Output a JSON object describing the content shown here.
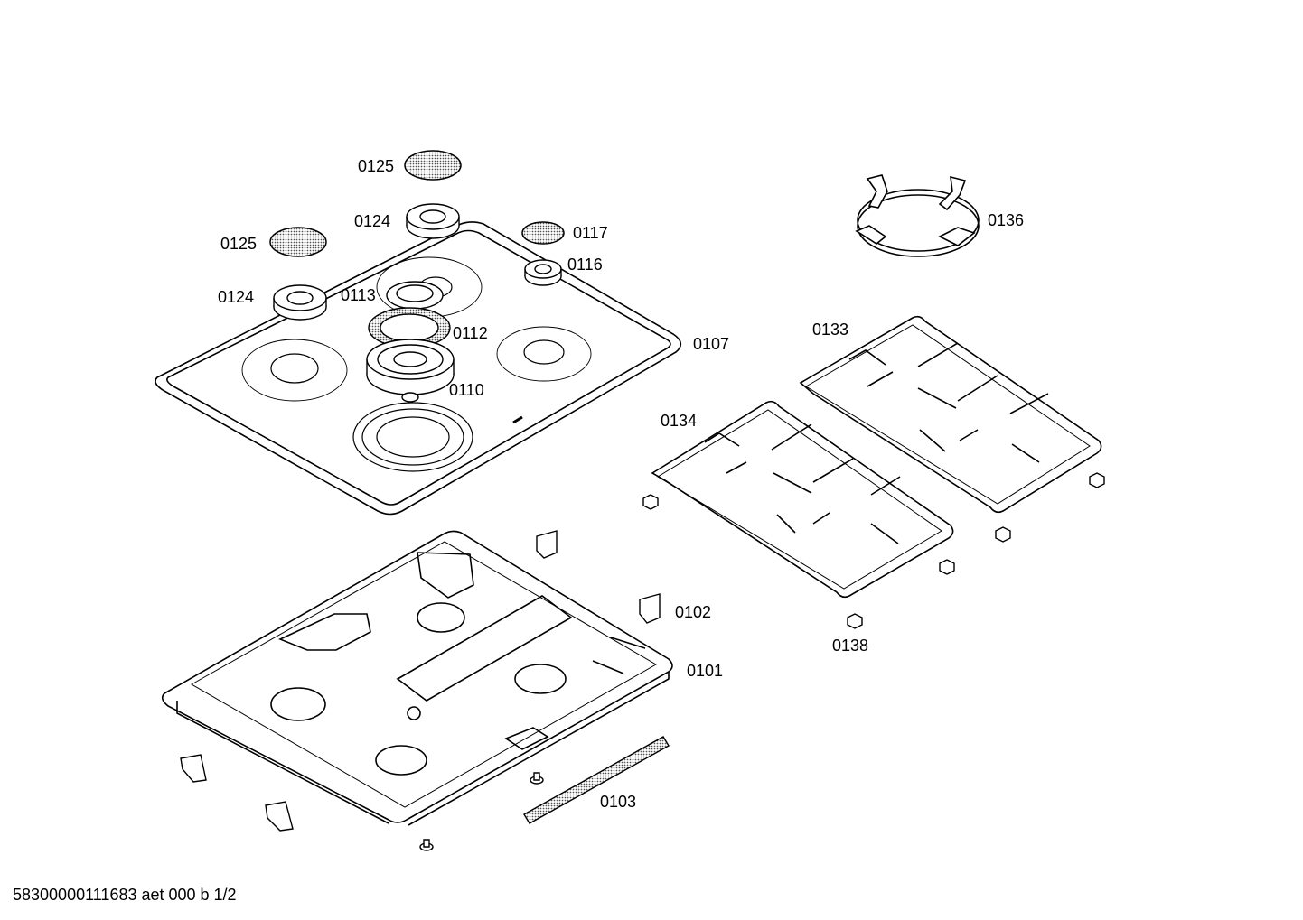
{
  "diagram": {
    "labels": {
      "p0125a": "0125",
      "p0125b": "0125",
      "p0124a": "0124",
      "p0124b": "0124",
      "p0117": "0117",
      "p0116": "0116",
      "p0113": "0113",
      "p0112": "0112",
      "p0110": "0110",
      "p0107": "0107",
      "p0136": "0136",
      "p0133": "0133",
      "p0134": "0134",
      "p0138": "0138",
      "p0102": "0102",
      "p0101": "0101",
      "p0103": "0103"
    },
    "footer": "58300000111683 aet 000 b 1/2"
  }
}
